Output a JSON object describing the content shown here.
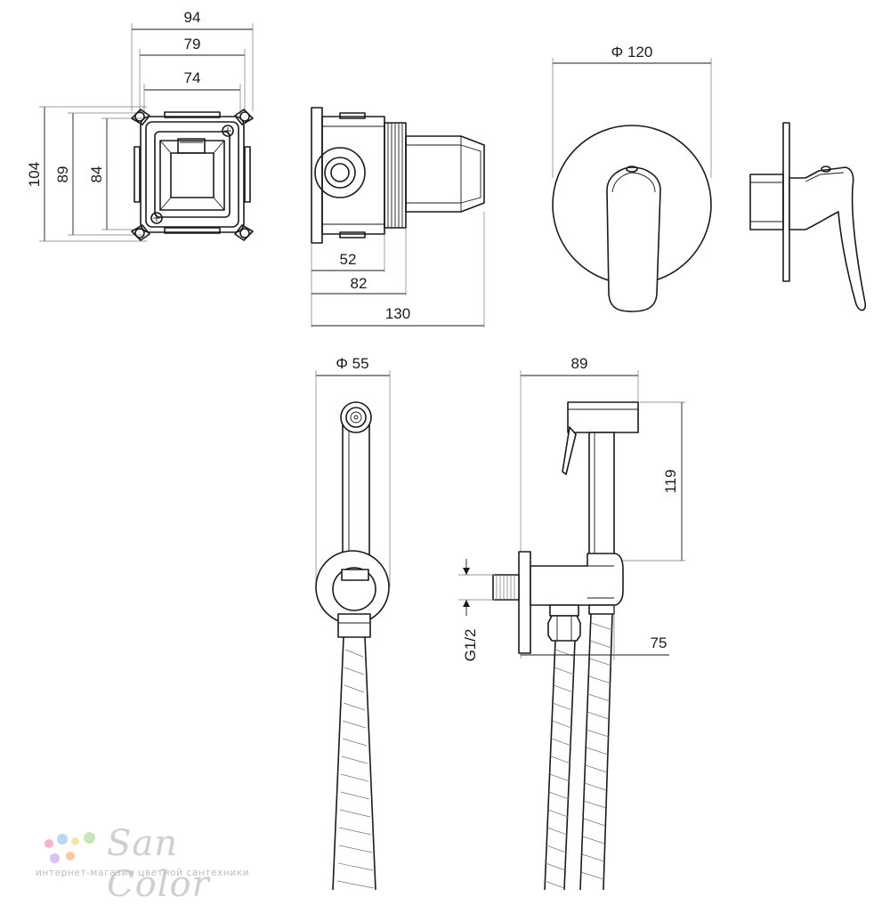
{
  "dimensions": {
    "box_width_outer": "94",
    "box_width_mid": "79",
    "box_width_inner": "74",
    "box_height_outer": "104",
    "box_height_mid": "89",
    "box_height_inner": "84",
    "valve_depth_short": "52",
    "valve_depth_mid": "82",
    "valve_depth_total": "130",
    "rosette_diameter": "Φ 120",
    "holder_diameter": "Φ 55",
    "sprayer_length": "89",
    "sprayer_height": "119",
    "thread_size": "G1/2",
    "outlet_projection": "75"
  },
  "watermark": {
    "brand": "San Color",
    "tagline": "интернет-магазин цветной сантехники",
    "dot_colors": [
      "#f4b6c2",
      "#b9d7f2",
      "#f7e3a3",
      "#c8e6b8",
      "#d9c2ef",
      "#f7c9a6"
    ]
  }
}
